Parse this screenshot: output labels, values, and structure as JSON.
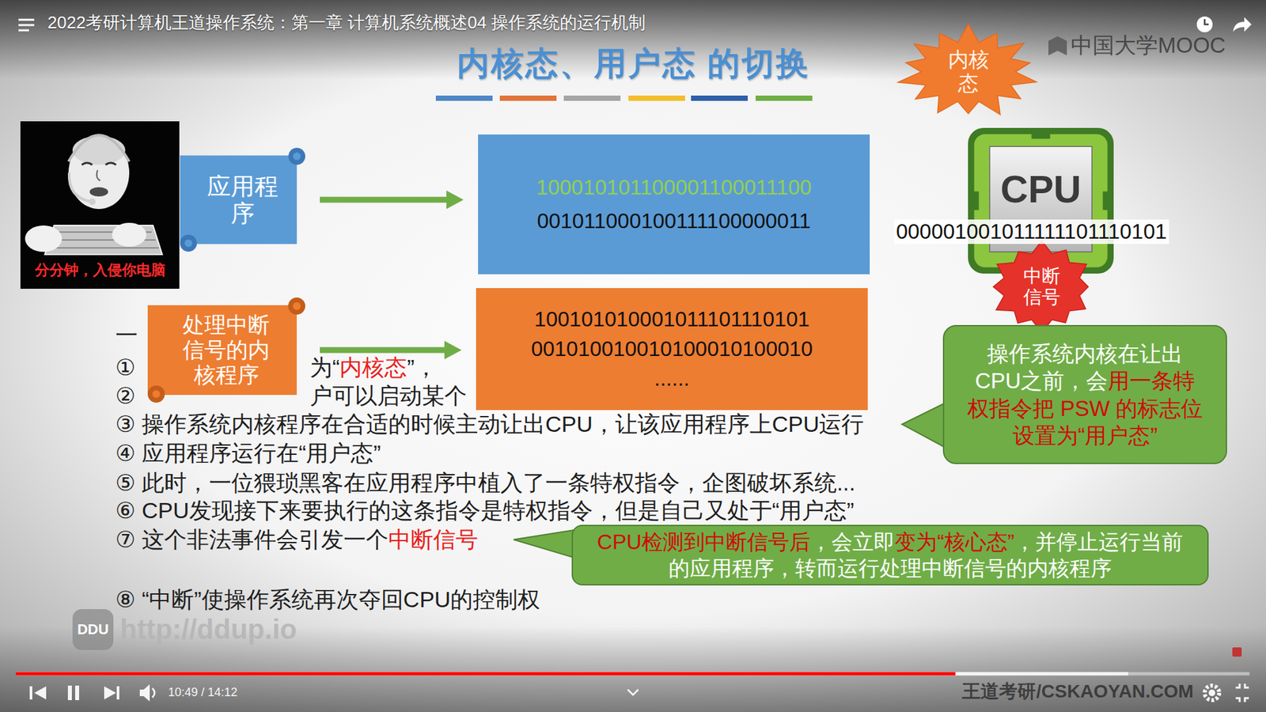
{
  "diagram": {
    "title": "内核态、用户态 的切换",
    "nodes": [
      {
        "text": [
          "应用程序"
        ]
      },
      {
        "text": [
          "100010101100001100011100",
          "001011000100111100000011"
        ]
      },
      {
        "text": [
          "内核态"
        ]
      },
      {
        "text": [
          "CPU"
        ]
      },
      {
        "text": [
          "中断信号"
        ]
      },
      {
        "text": [
          "处理中断信号的内核程序"
        ]
      },
      {
        "text": [
          "100101010001011101110101",
          "001010010010100010100010",
          "......"
        ]
      },
      {
        "text": [
          "操作系统内核在让出CPU之前，会",
          "用一条特权指令把 PSW 的标志位设置为“用户态”"
        ]
      },
      {
        "text": [
          "CPU检测到中断信号后",
          "，会立即",
          "变为“核心态”",
          "，并停止运行当前的应用程序，转而运行处理中断信号的内核程序"
        ]
      }
    ],
    "edges": [
      {
        "from": 0,
        "to": 1,
        "arrow": "to"
      },
      {
        "from": 5,
        "to": 6,
        "arrow": "to"
      }
    ],
    "labels": [
      "2022考研计算机王道操作系统：第一章 计算机系统概述04 操作系统的运行机制",
      "中国大学MOOC",
      "分分钟，入侵你电脑",
      "000001001011111101110101",
      "一",
      "①",
      "为“",
      "内核态",
      "”，",
      "②",
      "户可以启动某个",
      "③ 操作系统内核程序在合适的时候主动让出CPU，让该应用程序上CPU运行",
      "④ 应用程序运行在“用户态”",
      "⑤ 此时，一位猥琐黑客在应用程序中植入了一条特权指令，企图破坏系统...",
      "⑥ CPU发现接下来要执行的这条指令是特权指令，但是自己又处于“用户态”",
      "⑦ 这个非法事件会引发一个",
      "中断信号",
      "⑧ “中断”使操作系统再次夺回CPU的控制权",
      "DDU",
      "http://ddup.io",
      "10:49 / 14:12",
      "王道考研/CSKAOYAN.COM"
    ]
  }
}
